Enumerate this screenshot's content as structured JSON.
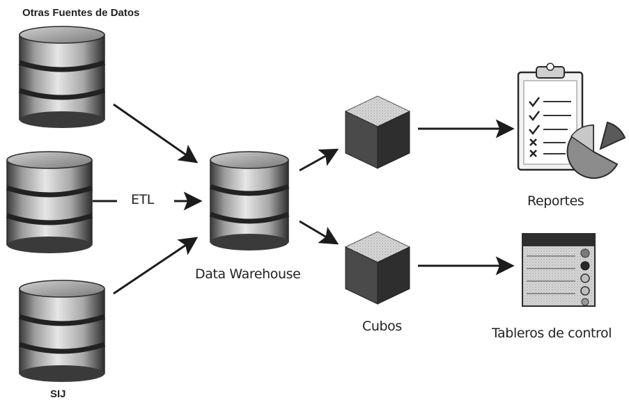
{
  "labels": {
    "top_source": "Otras Fuentes de Datos",
    "bottom_source": "SIJ",
    "etl": "ETL",
    "warehouse": "Data Warehouse",
    "cubes": "Cubos",
    "reports": "Reportes",
    "dashboards": "Tableros de control"
  },
  "icons": {
    "source_top": "database-icon",
    "source_middle": "database-icon",
    "source_bottom": "database-icon",
    "warehouse": "database-icon",
    "cube_top": "cube-icon",
    "cube_bottom": "cube-icon",
    "reports": "clipboard-pie-chart-icon",
    "dashboards": "dashboard-list-icon"
  },
  "colors": {
    "ink": "#222222",
    "cylinder_light": "#e0e0e0",
    "cylinder_dark": "#3a3a3a",
    "cube_top": "#9a9a9a",
    "cube_side": "#3c3c3c"
  }
}
